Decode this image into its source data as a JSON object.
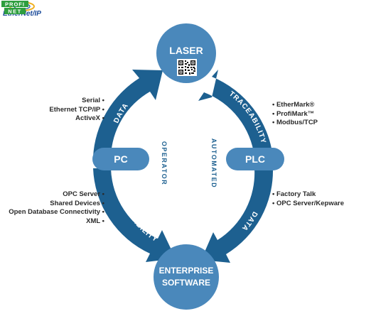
{
  "nodes": {
    "laser": {
      "label": "LASER"
    },
    "pc": {
      "label": "PC"
    },
    "plc": {
      "label": "PLC"
    },
    "enterprise": {
      "line1": "ENTERPRISE",
      "line2": "SOFTWARE"
    }
  },
  "arrows": {
    "top_left": "DATA",
    "bottom_left": "TRACEABILITY",
    "top_right": "TRACEABILITY",
    "bottom_right": "DATA"
  },
  "center_labels": {
    "left": "OPERATOR",
    "right": "AUTOMATED"
  },
  "lists": {
    "pc_top": [
      "Serial •",
      "Ethernet TCP/IP •",
      "ActiveX •"
    ],
    "pc_bottom": [
      "OPC Server •",
      "Shared Devices •",
      "Open Database Connectivity •",
      "XML •"
    ],
    "plc_top": [
      "• EtherMark®",
      "• ProfiMark™",
      "• Modbus/TCP"
    ],
    "plc_bottom": [
      "• Factory Talk",
      "• OPC Server/Kepware"
    ]
  },
  "logos": {
    "ethernet_ip": "EtherNet/IP",
    "profinet_top": "PROFI",
    "profinet_bottom": "NET"
  },
  "colors": {
    "node_blue": "#4a88bb",
    "arrow_blue": "#1d6090",
    "text_dark": "#2a2a2a",
    "profinet_green": "#2e9e3e",
    "eip_blue": "#1a4a9a"
  },
  "icons": {
    "laser_qr": "qr-code-icon"
  }
}
